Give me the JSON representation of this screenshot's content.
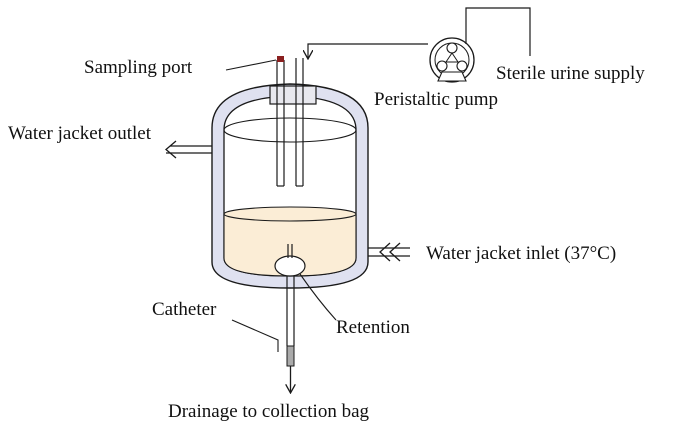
{
  "labels": {
    "sampling_port": "Sampling port",
    "peristaltic_pump": "Peristaltic pump",
    "sterile_urine_supply": "Sterile urine supply",
    "water_jacket_outlet": "Water jacket outlet",
    "water_jacket_inlet": "Water jacket inlet (37°C)",
    "catheter": "Catheter",
    "retention": "Retention",
    "drainage": "Drainage to collection bag"
  },
  "colors": {
    "jacket_fill": "#dfe1f0",
    "urine_fill": "#fbedd6",
    "line": "#1a1a1a",
    "sampling_port_cap": "#8a1f1f",
    "catheter_tip": "#aaaaaa"
  }
}
